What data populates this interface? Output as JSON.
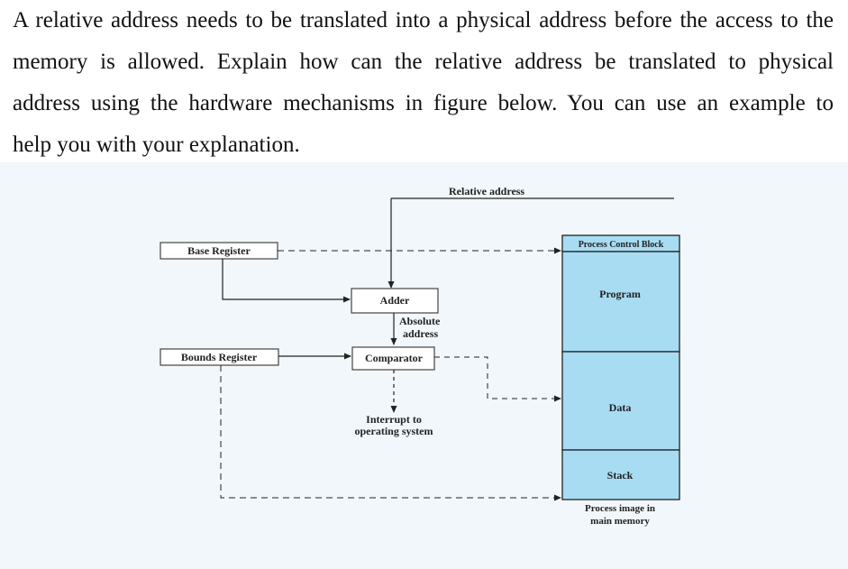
{
  "question": {
    "line1": "A relative address needs to be translated into a physical address before the access to the",
    "line2": "memory is allowed. Explain how can the relative address be translated to physical",
    "line3": "address using the hardware mechanisms in figure below. You can use an example to",
    "line4": "help you with your explanation."
  },
  "diagram": {
    "relative_address": "Relative address",
    "base_register": "Base Register",
    "bounds_register": "Bounds Register",
    "adder": "Adder",
    "absolute_address_line1": "Absolute",
    "absolute_address_line2": "address",
    "comparator": "Comparator",
    "interrupt_line1": "Interrupt to",
    "interrupt_line2": "operating system",
    "pcb": "Process Control Block",
    "program": "Program",
    "data": "Data",
    "stack": "Stack",
    "process_image_line1": "Process image in",
    "process_image_line2": "main memory",
    "colors": {
      "memory_fill": "#a8dcf3",
      "stroke": "#222222"
    }
  }
}
